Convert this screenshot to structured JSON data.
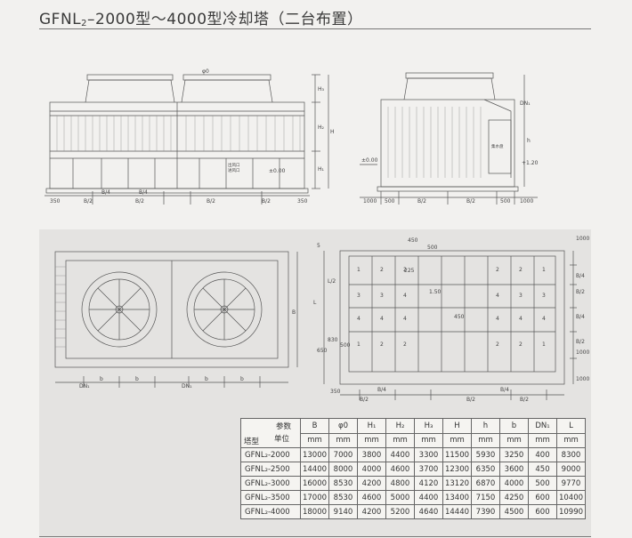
{
  "title": {
    "prefix": "GFNL",
    "sub": "2",
    "rest": "–2000型～4000型冷却塔（二台布置）"
  },
  "drawing_top": {
    "labels": {
      "phi0": "φ0",
      "h3": "H₃",
      "h2": "H₂",
      "h1": "H₁",
      "h": "H",
      "h_small": "h",
      "zero1": "±0.00",
      "zero2": "±0.00",
      "dn1": "DN₁",
      "level": "+1.20",
      "note1": "出风口",
      "note2": "进风口",
      "note3": "集水盘",
      "w350a": "350",
      "w350b": "350",
      "b4a": "B/4",
      "b4b": "B/4",
      "b2a": "B/2",
      "b2b": "B/2",
      "b2c": "B/2",
      "b2d": "B/2",
      "s1000a": "1000",
      "s500a": "500",
      "sb2a": "B/2",
      "sb2b": "B/2",
      "s500b": "500",
      "s1000b": "1000"
    }
  },
  "drawing_bottom": {
    "labels": {
      "b": "B",
      "dn1a": "DN₁",
      "dn1b": "DN₁",
      "ba": "b",
      "bb": "b",
      "bc": "b",
      "bd": "b",
      "d5": "5",
      "d450": "450",
      "d500": "500",
      "d225": "225",
      "l2": "L/2",
      "l": "L",
      "d150": "1.50",
      "d450b": "450",
      "d830": "830",
      "d650": "650",
      "d500b": "500",
      "d350": "350",
      "b4l": "B/4",
      "b4r": "B/4",
      "b2l": "B/2",
      "b2m": "B/2",
      "b2r": "B/2",
      "r1000a": "1000",
      "rb4a": "B/4",
      "rb2a": "B/2",
      "rb4b": "B/4",
      "rb2b": "B/2",
      "r1000b": "1000",
      "r1000c": "1000"
    },
    "cell_numbers": {
      "r1": [
        "1",
        "2",
        "2",
        "",
        "",
        "",
        "2",
        "2",
        "1"
      ],
      "r2": [
        "3",
        "3",
        "4",
        "",
        "",
        "",
        "4",
        "3",
        "3"
      ],
      "r3": [
        "4",
        "4",
        "4",
        "",
        "",
        "",
        "4",
        "4",
        "4"
      ],
      "r4": [
        "1",
        "2",
        "2",
        "",
        "",
        "",
        "2",
        "2",
        "1"
      ]
    }
  },
  "table": {
    "corner": {
      "top": "参数",
      "mid": "单位",
      "bottom": "塔型"
    },
    "headers": [
      "B",
      "φ0",
      "H₁",
      "H₂",
      "H₃",
      "H",
      "h",
      "b",
      "DN₁",
      "L"
    ],
    "units": [
      "mm",
      "mm",
      "mm",
      "mm",
      "mm",
      "mm",
      "mm",
      "mm",
      "mm",
      "mm"
    ],
    "rows": [
      {
        "model": "GFNL₂-2000",
        "values": [
          "13000",
          "7000",
          "3800",
          "4400",
          "3300",
          "11500",
          "5930",
          "3250",
          "400",
          "8300"
        ]
      },
      {
        "model": "GFNL₂-2500",
        "values": [
          "14400",
          "8000",
          "4000",
          "4600",
          "3700",
          "12300",
          "6350",
          "3600",
          "450",
          "9000"
        ]
      },
      {
        "model": "GFNL₂-3000",
        "values": [
          "16000",
          "8530",
          "4200",
          "4800",
          "4120",
          "13120",
          "6870",
          "4000",
          "500",
          "9770"
        ]
      },
      {
        "model": "GFNL₂-3500",
        "values": [
          "17000",
          "8530",
          "4600",
          "5000",
          "4400",
          "13400",
          "7150",
          "4250",
          "600",
          "10400"
        ]
      },
      {
        "model": "GFNL₂-4000",
        "values": [
          "18000",
          "9140",
          "4200",
          "5200",
          "4640",
          "14440",
          "7390",
          "4500",
          "600",
          "10990"
        ]
      }
    ]
  }
}
